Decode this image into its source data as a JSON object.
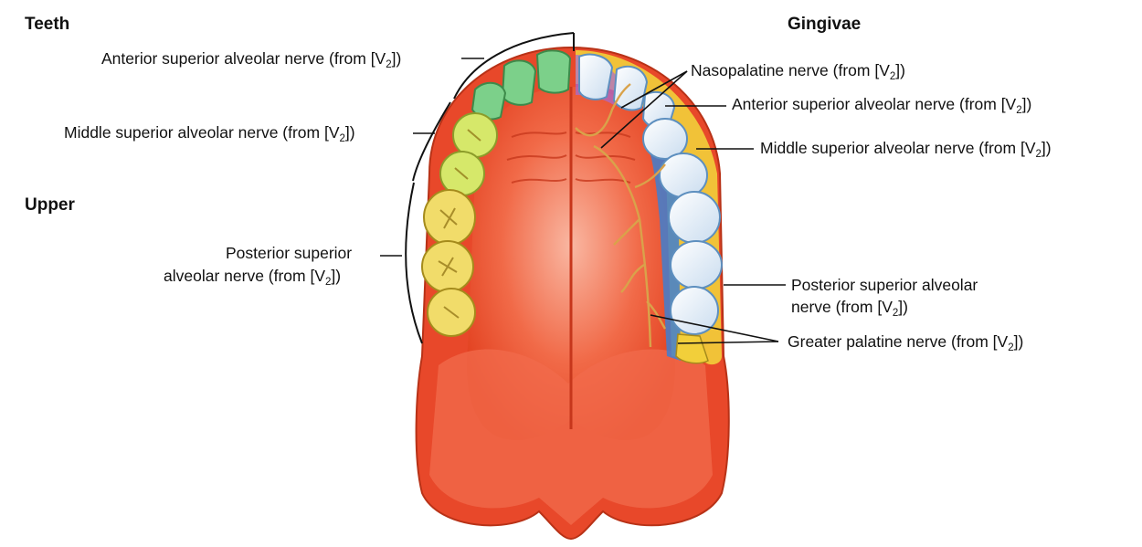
{
  "headings": {
    "teeth": "Teeth",
    "gingivae": "Gingivae",
    "upper": "Upper"
  },
  "labels": {
    "teeth_anterior": {
      "pre": "Anterior superior alveolar nerve (from [V",
      "sub": "2",
      "post": "])"
    },
    "teeth_middle": {
      "pre": "Middle superior alveolar nerve (from [V",
      "sub": "2",
      "post": "])"
    },
    "teeth_posterior_l1": "Posterior superior",
    "teeth_posterior_l2": {
      "pre": "alveolar nerve (from [V",
      "sub": "2",
      "post": "])"
    },
    "nasopalatine": {
      "pre": "Nasopalatine nerve (from [V",
      "sub": "2",
      "post": "])"
    },
    "ging_anterior": {
      "pre": "Anterior superior alveolar nerve (from [V",
      "sub": "2",
      "post": "])"
    },
    "ging_middle": {
      "pre": "Middle superior alveolar nerve (from [V",
      "sub": "2",
      "post": "])"
    },
    "ging_posterior_l1": "Posterior superior alveolar",
    "ging_posterior_l2": {
      "pre": "nerve (from [V",
      "sub": "2",
      "post": "])"
    },
    "greater_palatine": {
      "pre": "Greater palatine nerve (from [V",
      "sub": "2",
      "post": "])"
    }
  },
  "colors": {
    "palate": "#ec4b2c",
    "palate_light": "#f79b82",
    "anterior_zone": "#7cd08a",
    "middle_zone": "#d6e86a",
    "posterior_zone": "#e9d24a",
    "molar_fill": "#f1dc6a",
    "gingiva_yellow": "#f2cf3a",
    "gingiva_blue": "#3f7fd0",
    "nasopalatine_zone": "#a66bd6",
    "nerve": "#d9a24a"
  }
}
